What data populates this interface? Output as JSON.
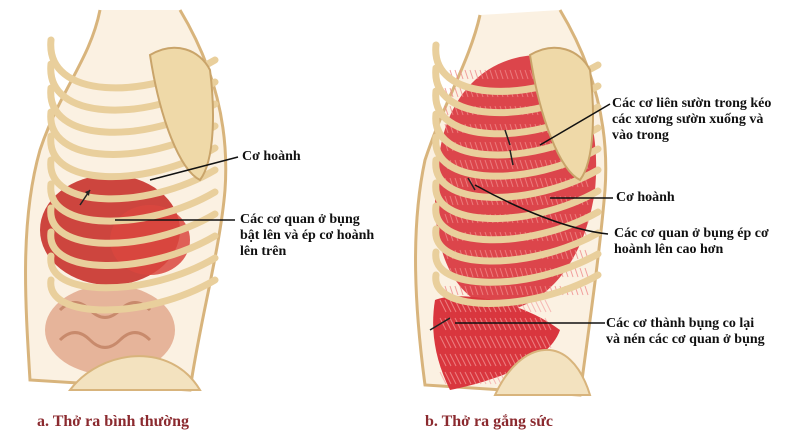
{
  "figure": {
    "panels": [
      {
        "id": "a",
        "caption": "a. Thở ra bình thường",
        "labels": [
          {
            "id": "diaphragm",
            "text": "Cơ hoành"
          },
          {
            "id": "abdominal-organs",
            "lines": [
              "Các cơ quan ở bụng",
              "bật lên và ép cơ hoành",
              "lên trên"
            ]
          }
        ]
      },
      {
        "id": "b",
        "caption": "b. Thở ra gắng sức",
        "labels": [
          {
            "id": "internal-intercostals",
            "lines": [
              "Các cơ liên sườn trong kéo",
              "các xương sườn xuống và",
              "vào trong"
            ]
          },
          {
            "id": "diaphragm",
            "text": "Cơ hoành"
          },
          {
            "id": "abdominal-organs",
            "lines": [
              "Các cơ quan ở bụng ép  cơ",
              "hoành lên cao hơn"
            ]
          },
          {
            "id": "abdominal-wall-muscles",
            "lines": [
              "Các cơ thành bụng co lại",
              "và nén các cơ quan ở bụng"
            ]
          }
        ]
      }
    ]
  },
  "colors": {
    "bone": "#e9cf9c",
    "bone_edge": "#b8935a",
    "muscle": "#d9363e",
    "organ": "#c8322c",
    "skin_outline": "#d8b47c",
    "caption": "#8b2a2f",
    "label": "#111111"
  }
}
